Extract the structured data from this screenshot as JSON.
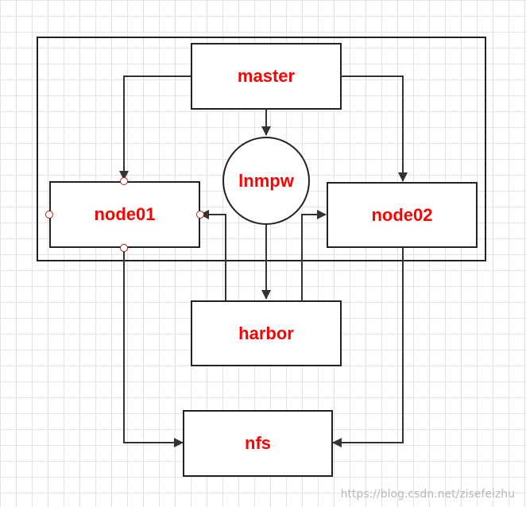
{
  "nodes": {
    "master": "master",
    "lnmpw": "lnmpw",
    "node01": "node01",
    "node02": "node02",
    "harbor": "harbor",
    "nfs": "nfs"
  },
  "watermark": "https://blog.csdn.net/zisefeizhu",
  "colors": {
    "label": "#ff0000",
    "line": "#333333",
    "grid": "#e4e4e4",
    "handle": "#b0201f"
  }
}
